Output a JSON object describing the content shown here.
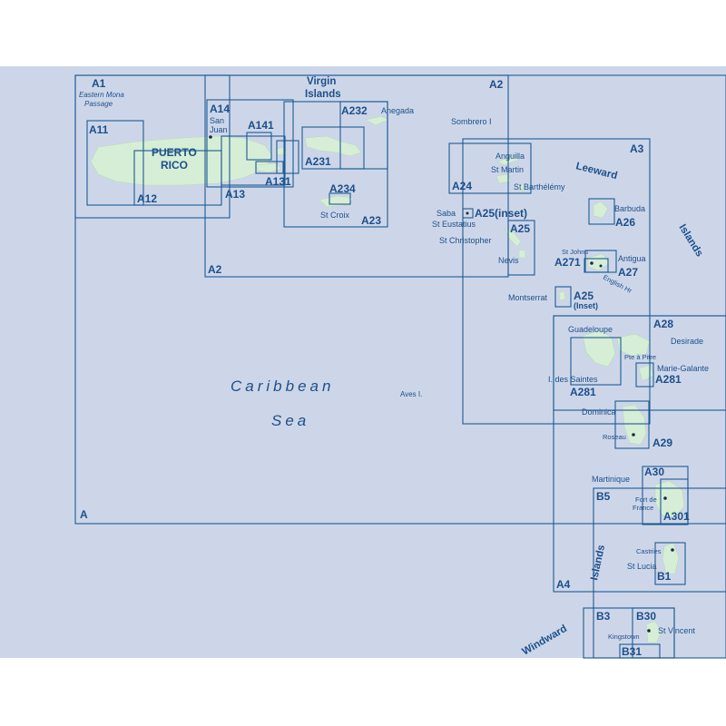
{
  "colors": {
    "sea": "#cdd6e9",
    "land": "#d6eed6",
    "chart_lines": "#1d5a93",
    "text": "#1d4f8a"
  },
  "sea_labels": {
    "caribbean": "Caribbean",
    "sea": "Sea"
  },
  "region_labels": {
    "virgin_islands_1": "Virgin",
    "virgin_islands_2": "Islands",
    "leeward": "Leeward",
    "islands_leeward": "Islands",
    "islands_windward": "Islands",
    "windward": "Windward"
  },
  "chart_labels": {
    "A": "A",
    "A1": "A1",
    "A11": "A11",
    "A12": "A12",
    "A13": "A13",
    "A131": "A131",
    "A14": "A14",
    "A141": "A141",
    "A2_top": "A2",
    "A2_bottom": "A2",
    "A23": "A23",
    "A231": "A231",
    "A232": "A232",
    "A234": "A234",
    "A24": "A24",
    "A25_inset": "A25(inset)",
    "A25": "A25",
    "A25_montserrat": "A25",
    "inset_word": "(Inset)",
    "A26": "A26",
    "A27": "A27",
    "A271": "A271",
    "A28": "A28",
    "A281_east": "A281",
    "A281_west": "A281",
    "A29": "A29",
    "A3": "A3",
    "A30": "A30",
    "A301": "A301",
    "A4": "A4",
    "B1": "B1",
    "B3": "B3",
    "B30": "B30",
    "B31": "B31",
    "B5": "B5"
  },
  "place_labels": {
    "eastern_mona": "Eastern Mona",
    "passage": "Passage",
    "puerto": "PUERTO",
    "rico": "RICO",
    "san": "San",
    "juan": "Juan",
    "anegada": "Anegada",
    "st_croix": "St Croix",
    "sombrero": "Sombrero I",
    "anguilla": "Anguilla",
    "st_martin": "St Martin",
    "st_barthelemy": "St Barthélémy",
    "saba": "Saba",
    "st_eustatius": "St Eustatius",
    "st_christopher": "St Christopher",
    "nevis": "Nevis",
    "montserrat": "Montserrat",
    "barbuda": "Barbuda",
    "st_johns": "St Johns",
    "antigua": "Antigua",
    "english_hr": "English Hr",
    "guadeloupe": "Guadeloupe",
    "pte_a_pitre": "Pte à Pitre",
    "desirade": "Desirade",
    "marie_galante": "Marie-Galante",
    "i_des_saintes": "I. des Saintes",
    "dominica": "Dominica",
    "roseau": "Roseau",
    "aves": "Aves I.",
    "martinique": "Martinique",
    "fort_de": "Fort de",
    "france": "France",
    "castries": "Castries",
    "st_lucia": "St Lucia",
    "kingstown": "Kingstown",
    "st_vincent": "St Vincent"
  }
}
